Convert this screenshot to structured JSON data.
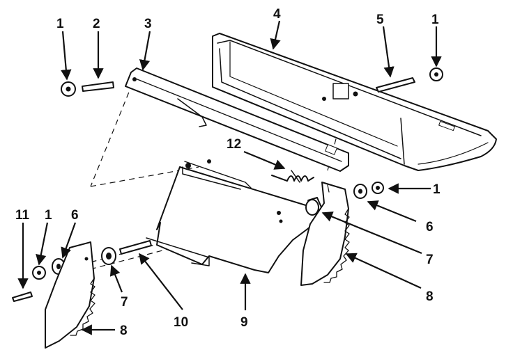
{
  "callouts": [
    {
      "id": "c1a",
      "text": "1"
    },
    {
      "id": "c2",
      "text": "2"
    },
    {
      "id": "c3",
      "text": "3"
    },
    {
      "id": "c4",
      "text": "4"
    },
    {
      "id": "c5",
      "text": "5"
    },
    {
      "id": "c1b",
      "text": "1"
    },
    {
      "id": "c12",
      "text": "12"
    },
    {
      "id": "c1c",
      "text": "1"
    },
    {
      "id": "c6a",
      "text": "6"
    },
    {
      "id": "c7a",
      "text": "7"
    },
    {
      "id": "c8a",
      "text": "8"
    },
    {
      "id": "c11",
      "text": "11"
    },
    {
      "id": "c1d",
      "text": "1"
    },
    {
      "id": "c6b",
      "text": "6"
    },
    {
      "id": "c7b",
      "text": "7"
    },
    {
      "id": "c10",
      "text": "10"
    },
    {
      "id": "c9",
      "text": "9"
    },
    {
      "id": "c8b",
      "text": "8"
    }
  ]
}
